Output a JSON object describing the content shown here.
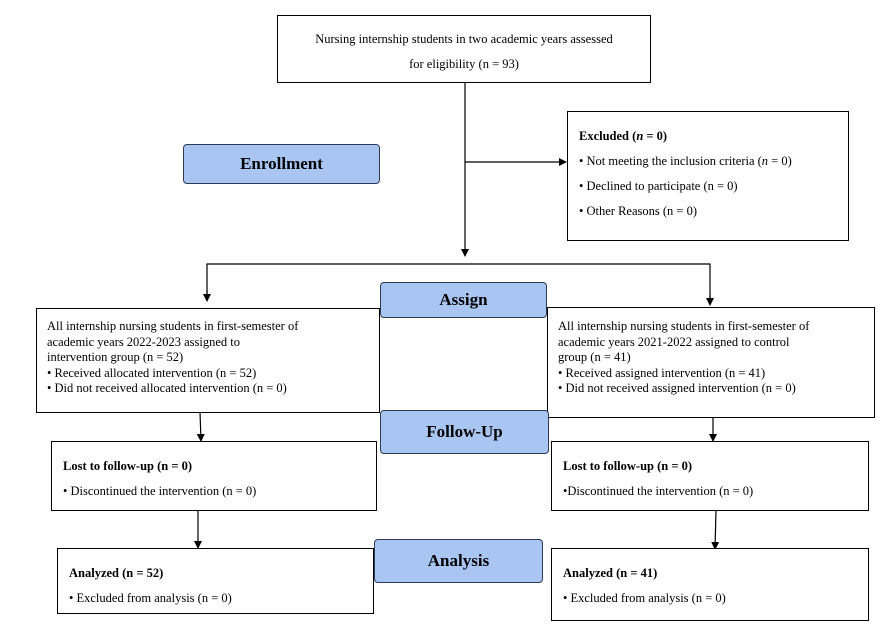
{
  "eligibility": {
    "line1": "Nursing internship students in two academic years assessed",
    "line2": "for eligibility (n = 93)"
  },
  "excluded": {
    "title_prefix": "Excluded (",
    "title_n": "n",
    "title_suffix": " = 0)",
    "item1_prefix": "• Not meeting the inclusion criteria (",
    "item1_n": "n",
    "item1_suffix": " = 0)",
    "item2": "• Declined to participate (n = 0)",
    "item3": "• Other Reasons (n = 0)"
  },
  "stages": {
    "enrollment": "Enrollment",
    "assign": "Assign",
    "follow_up": "Follow-Up",
    "analysis": "Analysis"
  },
  "intervention": {
    "line1": "All internship nursing students in first-semester of",
    "line2": "academic years 2022-2023 assigned to",
    "line3": "intervention group (n = 52)",
    "line4": "• Received allocated intervention (n = 52)",
    "line5": "• Did not received allocated intervention (n = 0)"
  },
  "control": {
    "line1": "All internship nursing students in first-semester of",
    "line2": "academic years 2021-2022 assigned to control",
    "line3": "group (n = 41)",
    "line4": "• Received assigned intervention (n = 41)",
    "line5": "• Did not received assigned intervention (n = 0)"
  },
  "followup_left": {
    "title": "Lost to follow-up (n = 0)",
    "item": "• Discontinued the intervention (n = 0)"
  },
  "followup_right": {
    "title": "Lost to follow-up (n = 0)",
    "item": "•Discontinued the intervention (n = 0)"
  },
  "analysis_left": {
    "title": "Analyzed (n = 52)",
    "item": "• Excluded from analysis (n = 0)"
  },
  "analysis_right": {
    "title": "Analyzed (n = 41)",
    "item": "• Excluded from analysis (n = 0)"
  }
}
